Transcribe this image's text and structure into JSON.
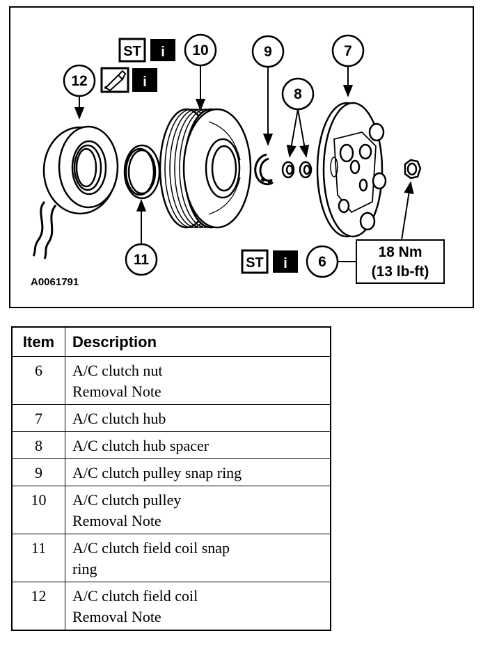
{
  "figure": {
    "id": "A0061791",
    "torque": {
      "metric": "18 Nm",
      "imperial": "(13 lb-ft)"
    },
    "callouts": [
      "12",
      "10",
      "9",
      "8",
      "7",
      "11",
      "6"
    ],
    "badges": {
      "special_tool": "ST",
      "info": "i"
    },
    "icons": [
      "special-tool-badge",
      "info-badge",
      "lubricate-badge"
    ]
  },
  "table": {
    "headers": {
      "item": "Item",
      "description": "Description"
    },
    "rows": [
      {
        "item": "6",
        "description": "A/C clutch nut\nRemoval Note"
      },
      {
        "item": "7",
        "description": "A/C clutch hub"
      },
      {
        "item": "8",
        "description": "A/C clutch hub spacer"
      },
      {
        "item": "9",
        "description": "A/C clutch pulley snap ring"
      },
      {
        "item": "10",
        "description": "A/C clutch pulley\nRemoval Note"
      },
      {
        "item": "11",
        "description": "A/C clutch field coil snap\nring"
      },
      {
        "item": "12",
        "description": "A/C clutch field coil\nRemoval Note"
      }
    ]
  }
}
